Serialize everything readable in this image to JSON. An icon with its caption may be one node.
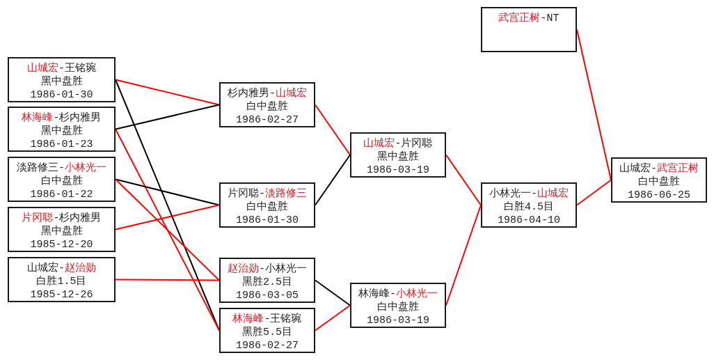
{
  "diagram": {
    "nodes": [
      {
        "text": [
          "山城宏-王铭琬",
          "黑中盘胜",
          "1986-01-30"
        ]
      },
      {
        "text": [
          "林海峰-杉内雅男",
          "黑中盘胜",
          "1986-01-23"
        ]
      },
      {
        "text": [
          "淡路修三-小林光一",
          "白中盘胜",
          "1986-01-22"
        ]
      },
      {
        "text": [
          "片冈聪-杉内雅男",
          "黑中盘胜",
          "1985-12-20"
        ]
      },
      {
        "text": [
          "山城宏-赵治勋",
          "白胜1.5目",
          "1985-12-26"
        ]
      },
      {
        "text": [
          "杉内雅男-山城宏",
          "白中盘胜",
          "1986-02-27"
        ]
      },
      {
        "text": [
          "片冈聪-淡路修三",
          "白中盘胜",
          "1986-01-30"
        ]
      },
      {
        "text": [
          "赵治勋-小林光一",
          "黑胜2.5目",
          "1986-03-05"
        ]
      },
      {
        "text": [
          "林海峰-王铭琬",
          "黑胜5.5目",
          "1986-02-27"
        ]
      },
      {
        "text": [
          "山城宏-片冈聪",
          "黑中盘胜",
          "1986-03-19"
        ]
      },
      {
        "text": [
          "林海峰-小林光一",
          "白中盘胜",
          "1986-03-19"
        ]
      },
      {
        "text": [
          "武宫正树-NT"
        ]
      },
      {
        "text": [
          "小林光一-山城宏",
          "白胜4.5目",
          "1986-04-10"
        ]
      },
      {
        "text": [
          "山城宏-武宫正树",
          "白中盘胜",
          "1986-06-25"
        ]
      }
    ],
    "edges": [
      {
        "from": 0,
        "to": 5,
        "arrow": "none"
      },
      {
        "from": 0,
        "to": 8,
        "arrow": "none",
        "color": "#000000"
      },
      {
        "from": 1,
        "to": 5,
        "arrow": "none",
        "color": "#000000"
      },
      {
        "from": 1,
        "to": 8,
        "arrow": "none"
      },
      {
        "from": 2,
        "to": 6,
        "arrow": "none",
        "color": "#000000"
      },
      {
        "from": 2,
        "to": 7,
        "arrow": "none"
      },
      {
        "from": 3,
        "to": 6,
        "arrow": "none"
      },
      {
        "from": 4,
        "to": 7,
        "arrow": "none"
      },
      {
        "from": 5,
        "to": 9,
        "arrow": "none"
      },
      {
        "from": 6,
        "to": 9,
        "arrow": "none",
        "color": "#000000"
      },
      {
        "from": 7,
        "to": 10,
        "arrow": "none",
        "color": "#000000"
      },
      {
        "from": 8,
        "to": 10,
        "arrow": "none"
      },
      {
        "from": 9,
        "to": 12,
        "arrow": "none"
      },
      {
        "from": 10,
        "to": 12,
        "arrow": "none"
      },
      {
        "from": 12,
        "to": 13,
        "arrow": "none"
      },
      {
        "from": 11,
        "to": 13,
        "arrow": "none"
      }
    ]
  }
}
